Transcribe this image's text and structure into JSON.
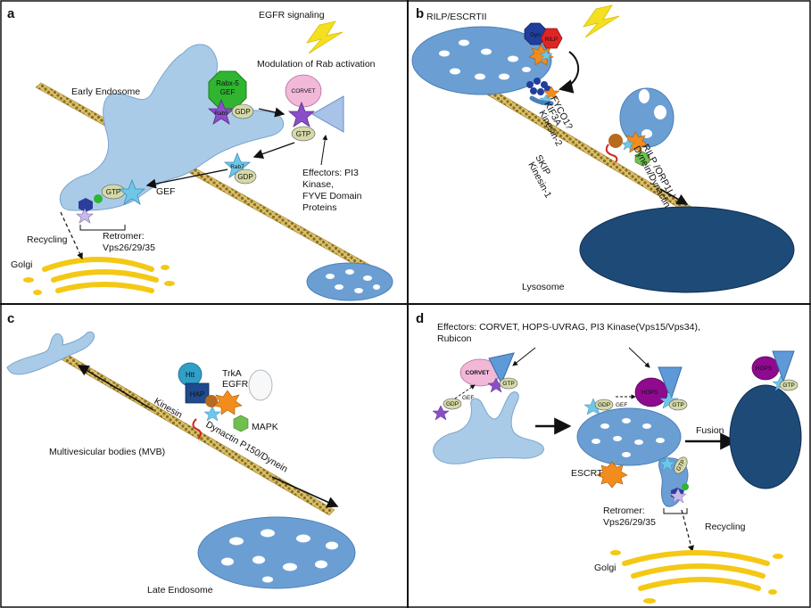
{
  "panels": {
    "a": {
      "letter": "a",
      "egfr_signaling": "EGFR signaling",
      "modulation": "Modulation of Rab activation",
      "early_endosome": "Early Endosome",
      "rabx5_gef_line1": "Rabx-5",
      "rabx5_gef_line2": "GEF",
      "rab5": "Rab5",
      "gdp": "GDP",
      "gtp": "GTP",
      "corvet": "CORVET",
      "rab7": "Rab7",
      "gef": "GEF",
      "effectors_line1": "Effectors: PI3",
      "effectors_line2": "Kinase,",
      "effectors_line3": "FYVE Domain",
      "effectors_line4": "Proteins",
      "recycling": "Recycling",
      "retromer_line1": "Retromer:",
      "retromer_line2": "Vps26/29/35",
      "golgi": "Golgi"
    },
    "b": {
      "letter": "b",
      "rilp_escrtii": "RILP/ESCRTII",
      "dyn": "Dyn",
      "rilp": "RILP",
      "fyco1": "FYCO1?",
      "kif3a": "KIF3A",
      "kinesin2": "Kinesin-2",
      "skip": "SKIP",
      "kinesin1": "Kinesin-1",
      "rilp_orp1l": "RILP /ORP1L/",
      "dynein_dynactin": "Dynein/Dynactin",
      "lysosome": "Lysosome"
    },
    "c": {
      "letter": "c",
      "htt": "Htt",
      "hap": "HAP",
      "trka": "TrkA",
      "egfr": "EGFR",
      "mapk": "MAPK",
      "kinesin": "Kinesin",
      "dynactin": "Dynactin P150/Dynein",
      "mvb": "Multivesicular bodies (MVB)",
      "late_endosome": "Late Endosome"
    },
    "d": {
      "letter": "d",
      "effectors_line1": "Effectors: CORVET, HOPS-UVRAG, PI3 Kinase(Vps15/Vps34),",
      "effectors_line2": "Rubicon",
      "corvet": "CORVET",
      "gdp": "GDP",
      "gtp": "GTP",
      "gef": "GEF",
      "hops": "HOPS",
      "fusion": "Fusion",
      "escrt": "ESCRT",
      "retromer_line1": "Retromer:",
      "retromer_line2": "Vps26/29/35",
      "recycling": "Recycling",
      "golgi": "Golgi"
    }
  }
}
